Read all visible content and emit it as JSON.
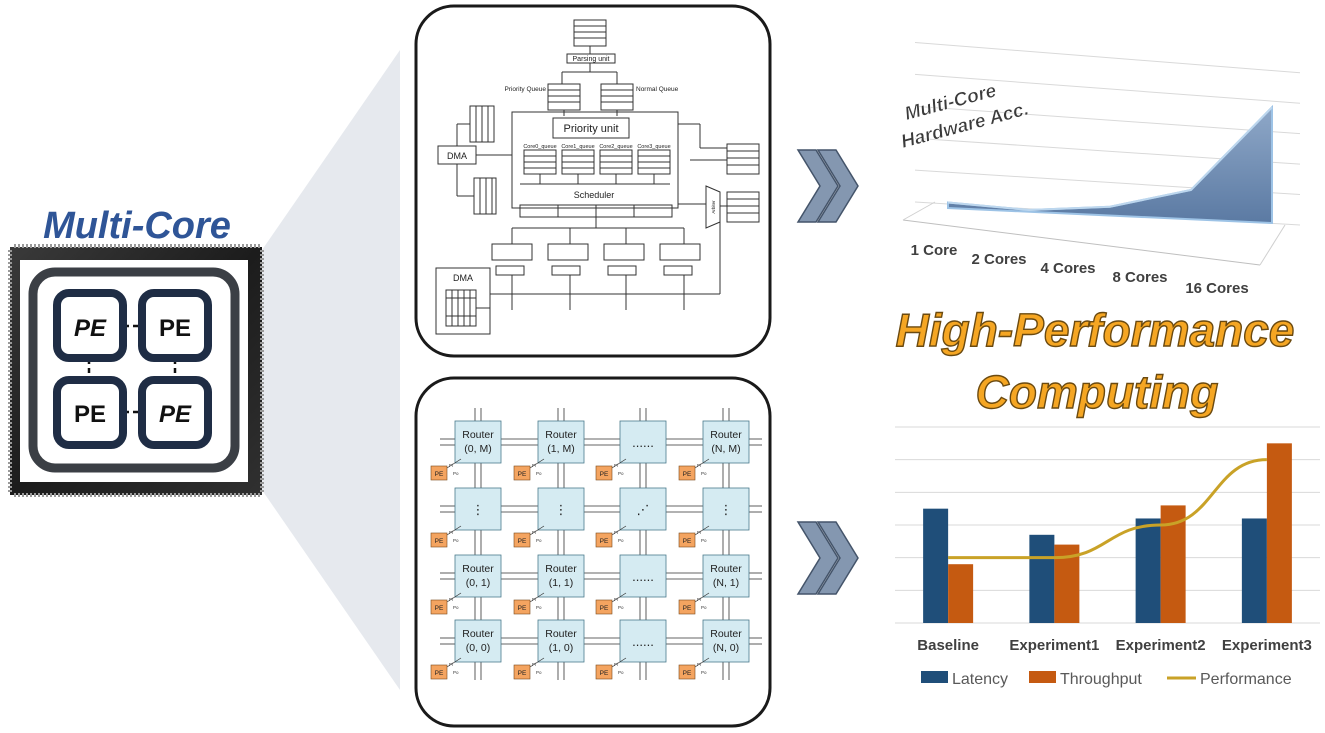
{
  "chip": {
    "title": "Multi-Core",
    "pe_labels": [
      "PE",
      "PE",
      "PE",
      "PE"
    ]
  },
  "arch_diagram": {
    "parsing_unit": "Parsing unit",
    "priority_queue": "Priority Queue",
    "normal_queue": "Normal Queue",
    "priority_unit": "Priority unit",
    "dma_top": "DMA",
    "dma_bottom": "DMA",
    "scheduler": "Scheduler",
    "core_queues": [
      "Core0_queue",
      "Core1_queue",
      "Core2_queue",
      "Core3_queue"
    ],
    "arbiter": "Arbiter"
  },
  "noc": {
    "routers": [
      {
        "label1": "Router",
        "label2": "(0, M)"
      },
      {
        "label1": "Router",
        "label2": "(1, M)"
      },
      {
        "label1": "......",
        "label2": ""
      },
      {
        "label1": "Router",
        "label2": "(N, M)"
      },
      {
        "label1": "⋮",
        "label2": ""
      },
      {
        "label1": "⋮",
        "label2": ""
      },
      {
        "label1": "⋰",
        "label2": ""
      },
      {
        "label1": "⋮",
        "label2": ""
      },
      {
        "label1": "Router",
        "label2": "(0, 1)"
      },
      {
        "label1": "Router",
        "label2": "(1, 1)"
      },
      {
        "label1": "......",
        "label2": ""
      },
      {
        "label1": "Router",
        "label2": "(N, 1)"
      },
      {
        "label1": "Router",
        "label2": "(0, 0)"
      },
      {
        "label1": "Router",
        "label2": "(1, 0)"
      },
      {
        "label1": "......",
        "label2": ""
      },
      {
        "label1": "Router",
        "label2": "(N, 0)"
      }
    ],
    "pe_label": "PE",
    "pi_label": "Pi",
    "po_label": "Po"
  },
  "hpc_title": {
    "line1": "High-Performance",
    "line2": "Computing"
  },
  "colors": {
    "latency": "#1f4e79",
    "throughput": "#c55a11",
    "performance": "#c9a227",
    "chip_title": "#2f5597",
    "hpc_fill": "#f5a623",
    "arrow": "#8497b0",
    "router": "#d5ebf2",
    "pe_box": "#f4a460"
  },
  "chart_data": [
    {
      "type": "area",
      "title": "Multi-Core Hardware Acc.",
      "title_line1": "Multi-Core",
      "title_line2": "Hardware Acc.",
      "categories": [
        "1 Core",
        "2 Cores",
        "4 Cores",
        "8 Cores",
        "16 Cores"
      ],
      "values": [
        1,
        1,
        1.6,
        3,
        9
      ],
      "ylim": [
        0,
        10
      ],
      "grid": true
    },
    {
      "type": "bar",
      "categories": [
        "Baseline",
        "Experiment1",
        "Experiment2",
        "Experiment3"
      ],
      "series": [
        {
          "name": "Latency",
          "kind": "bar",
          "values": [
            3.5,
            2.7,
            3.2,
            3.2
          ]
        },
        {
          "name": "Throughput",
          "kind": "bar",
          "values": [
            1.8,
            2.4,
            3.6,
            5.5
          ]
        },
        {
          "name": "Performance",
          "kind": "line",
          "values": [
            2.0,
            2.0,
            3.0,
            5.0
          ]
        }
      ],
      "ylim": [
        0,
        6
      ],
      "grid": true,
      "legend_position": "bottom"
    }
  ]
}
